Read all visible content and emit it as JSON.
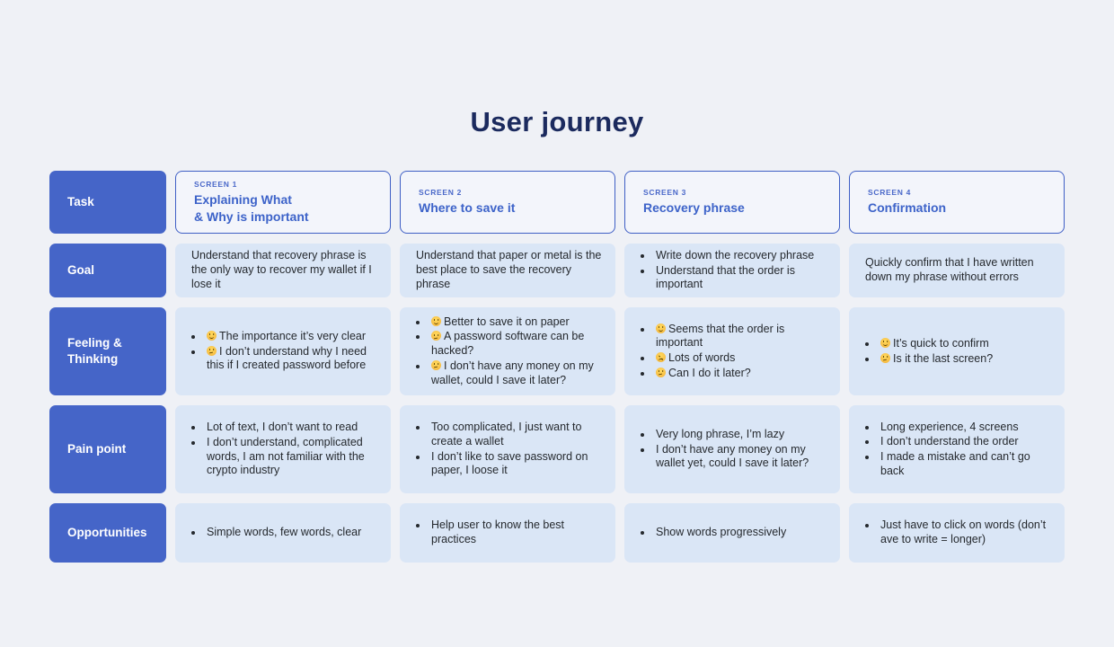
{
  "title": "User journey",
  "colors": {
    "accent_blue": "#4565c8",
    "card_border_blue": "#3f5fc5",
    "cell_blue": "#dae6f6",
    "title_navy": "#1b2a5e",
    "text_dark": "#25292e"
  },
  "rows": {
    "task": "Task",
    "goal": "Goal",
    "feeling": "Feeling & Thinking",
    "pain": "Pain point",
    "opportunities": "Opportunities"
  },
  "screens": [
    {
      "label": "SCREEN 1",
      "task_title": "Explaining What\n& Why is important",
      "goal": "Understand that recovery phrase is the only way to recover my wallet if I lose it",
      "feeling": [
        {
          "emoji": "🙂",
          "mood_class": "emoji e-smile",
          "text": "The importance it’s very clear"
        },
        {
          "emoji": "🤔",
          "mood_class": "emoji e-think",
          "text": "I don’t understand why I need this if I created password before"
        }
      ],
      "pain": [
        "Lot of text, I don’t want to read",
        "I don’t understand, complicated words, I am not familiar with the crypto industry"
      ],
      "opportunities": [
        "Simple words, few words, clear"
      ]
    },
    {
      "label": "SCREEN 2",
      "task_title": "Where to save it",
      "goal": "Understand that paper or metal is the best place to save the recovery phrase",
      "feeling": [
        {
          "emoji": "🙂",
          "mood_class": "emoji e-smile",
          "text": "Better to save it on paper"
        },
        {
          "emoji": "🤔",
          "mood_class": "emoji e-think",
          "text": "A password software can be hacked?"
        },
        {
          "emoji": "🤔",
          "mood_class": "emoji e-think",
          "text": "I don’t have any money on my wallet, could I save it later?"
        }
      ],
      "pain": [
        "Too complicated, I just want to create a wallet",
        "I don’t like to save password on paper, I loose it"
      ],
      "opportunities": [
        "Help user to know the best practices"
      ]
    },
    {
      "label": "SCREEN 3",
      "task_title": "Recovery phrase",
      "goal_list": [
        "Write down the recovery phrase",
        "Understand that the order is important"
      ],
      "feeling": [
        {
          "emoji": "🙂",
          "mood_class": "emoji e-smile",
          "text": "Seems that the order is important"
        },
        {
          "emoji": "😣",
          "mood_class": "emoji e-confound",
          "text": "Lots of words"
        },
        {
          "emoji": "🤔",
          "mood_class": "emoji e-think",
          "text": "Can I do it later?"
        }
      ],
      "pain": [
        "Very long phrase, I’m lazy",
        "I don’t have any money on my wallet yet, could I save it later?"
      ],
      "opportunities": [
        "Show words progressively"
      ]
    },
    {
      "label": "SCREEN 4",
      "task_title": "Confirmation",
      "goal": "Quickly confirm that I have written down my phrase without errors",
      "feeling": [
        {
          "emoji": "🙂",
          "mood_class": "emoji e-smile",
          "text": "It’s quick to confirm"
        },
        {
          "emoji": "🤔",
          "mood_class": "emoji e-think",
          "text": "Is it the last screen?"
        }
      ],
      "pain": [
        "Long experience, 4 screens",
        "I don’t understand the order",
        "I made a mistake and can’t go back"
      ],
      "opportunities": [
        "Just have to click on words (don’t ave to write = longer)"
      ]
    }
  ]
}
